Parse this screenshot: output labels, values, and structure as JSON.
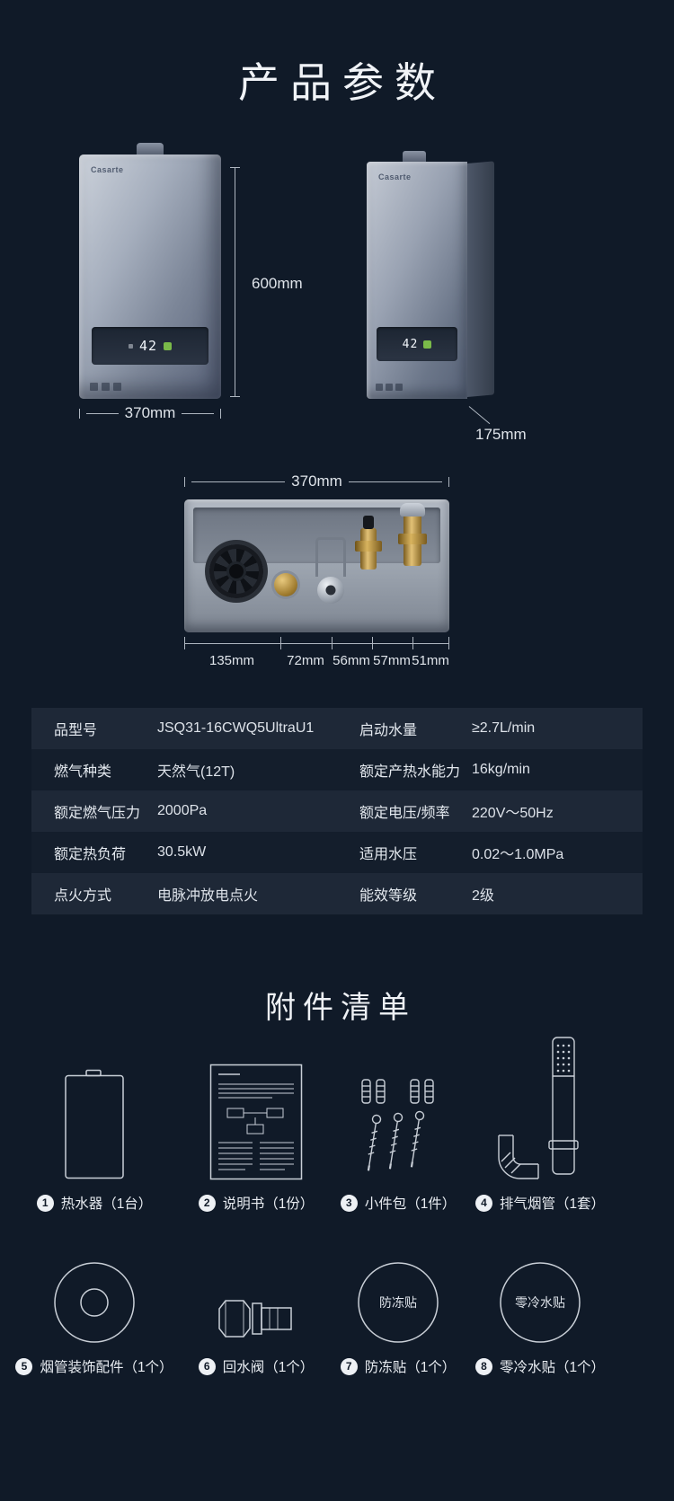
{
  "page": {
    "title": "产品参数",
    "accessories_title": "附件清单"
  },
  "product": {
    "brand": "Casarte",
    "display_temp": "42"
  },
  "colors": {
    "background": "#101a28",
    "row_highlight": "#1e2837",
    "text": "#e8ecf1",
    "dimension_line": "#aeb6c0",
    "brass": "#d8b35e"
  },
  "dimensions": {
    "height": "600mm",
    "width": "370mm",
    "depth": "175mm",
    "bottom_total": "370mm",
    "bottom_segments": [
      "135mm",
      "72mm",
      "56mm",
      "57mm",
      "51mm"
    ]
  },
  "specs": [
    {
      "label1": "品型号",
      "value1": "JSQ31-16CWQ5UltraU1",
      "label2": "启动水量",
      "value2": "≥2.7L/min"
    },
    {
      "label1": "燃气种类",
      "value1": "天然气(12T)",
      "label2": "额定产热水能力",
      "value2": "16kg/min"
    },
    {
      "label1": "额定燃气压力",
      "value1": "2000Pa",
      "label2": "额定电压/频率",
      "value2": "220V～50Hz"
    },
    {
      "label1": "额定热负荷",
      "value1": "30.5kW",
      "label2": "适用水压",
      "value2": "0.02～1.0MPa"
    },
    {
      "label1": "点火方式",
      "value1": "电脉冲放电点火",
      "label2": "能效等级",
      "value2": "2级"
    }
  ],
  "accessories": [
    {
      "num": "1",
      "label": "热水器（1台）"
    },
    {
      "num": "2",
      "label": "说明书（1份）"
    },
    {
      "num": "3",
      "label": "小件包（1件）"
    },
    {
      "num": "4",
      "label": "排气烟管（1套）"
    },
    {
      "num": "5",
      "label": "烟管装饰配件（1个）"
    },
    {
      "num": "6",
      "label": "回水阀（1个）"
    },
    {
      "num": "7",
      "label": "防冻贴（1个）",
      "icon_text": "防冻贴"
    },
    {
      "num": "8",
      "label": "零冷水贴（1个）",
      "icon_text": "零冷水贴"
    }
  ]
}
